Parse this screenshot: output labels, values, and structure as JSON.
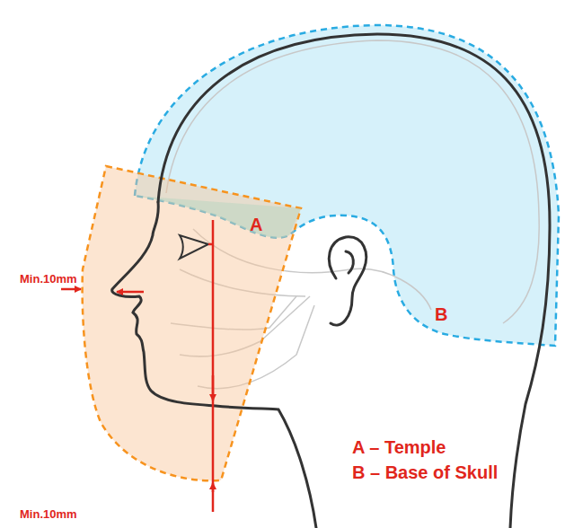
{
  "diagram": {
    "labels": [
      "Min.10mm",
      "Min.10mm",
      "A",
      "B",
      "A – Temple",
      "B – Base of Skull"
    ]
  }
}
